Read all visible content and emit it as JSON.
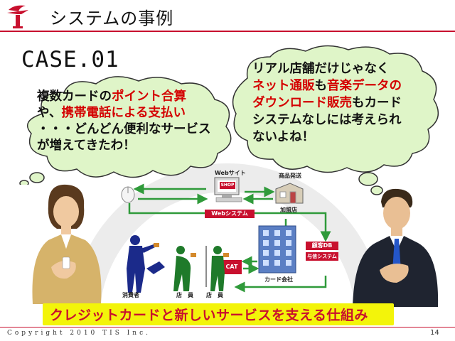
{
  "header": {
    "title": "システムの事例",
    "accent_color": "#c8102e"
  },
  "case_label": "CASE.01",
  "bubble_left": {
    "line1_a": "複数カードの",
    "line1_b": "ポイント合算",
    "line2_a": "や、",
    "line2_b": "携帯電話による支払い",
    "line3": "・・・どんどん便利なサービス",
    "line4": "が増えてきたわ！"
  },
  "bubble_right": {
    "line1": "リアル店舗だけじゃなく",
    "line2_a": "ネット通販",
    "line2_b": "も",
    "line2_c": "音楽データの",
    "line3_a": "ダウンロード販売",
    "line3_b": "もカード",
    "line4": "システムなしには考えられ",
    "line5": "ないよね！"
  },
  "diagram": {
    "web_site": "Webサイト",
    "shop": "SHOP",
    "shipping": "商品発送",
    "member_store": "加盟店",
    "web_system": "Webシステム",
    "customer_db": "顧客DB",
    "credit_system": "与信システム",
    "cat": "CAT",
    "card_company": "カード会社",
    "consumer": "消費者",
    "clerk_1": "店　員",
    "clerk_2": "店　員"
  },
  "banner": {
    "text": "クレジットカードと新しいサービスを支える仕組み",
    "bg_color": "#f3f40a"
  },
  "footer": {
    "copyright": "Copyright 2010 TIS Inc.",
    "page_number": "14"
  }
}
